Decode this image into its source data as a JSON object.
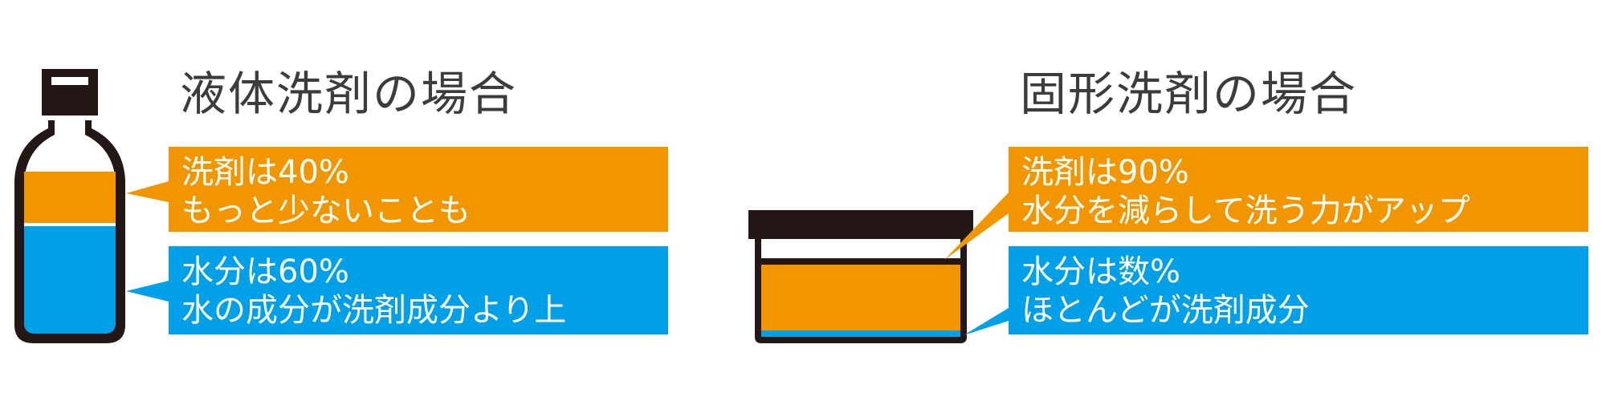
{
  "colors": {
    "orange": "#f29600",
    "blue": "#00a0e9",
    "dark": "#231815",
    "title": "#3c3c3c"
  },
  "liquid": {
    "title": "液体洗剤の場合",
    "detergent": {
      "line1": "洗剤は40%",
      "line2": "もっと少ないことも",
      "fraction": 0.4
    },
    "water": {
      "line1": "水分は60%",
      "line2": "水の成分が洗剤成分より上",
      "fraction": 0.6
    }
  },
  "solid": {
    "title": "固形洗剤の場合",
    "detergent": {
      "line1": "洗剤は90%",
      "line2": "水分を減らして洗う力がアップ",
      "fraction": 0.9
    },
    "water": {
      "line1": "水分は数%",
      "line2": "ほとんどが洗剤成分"
    }
  }
}
